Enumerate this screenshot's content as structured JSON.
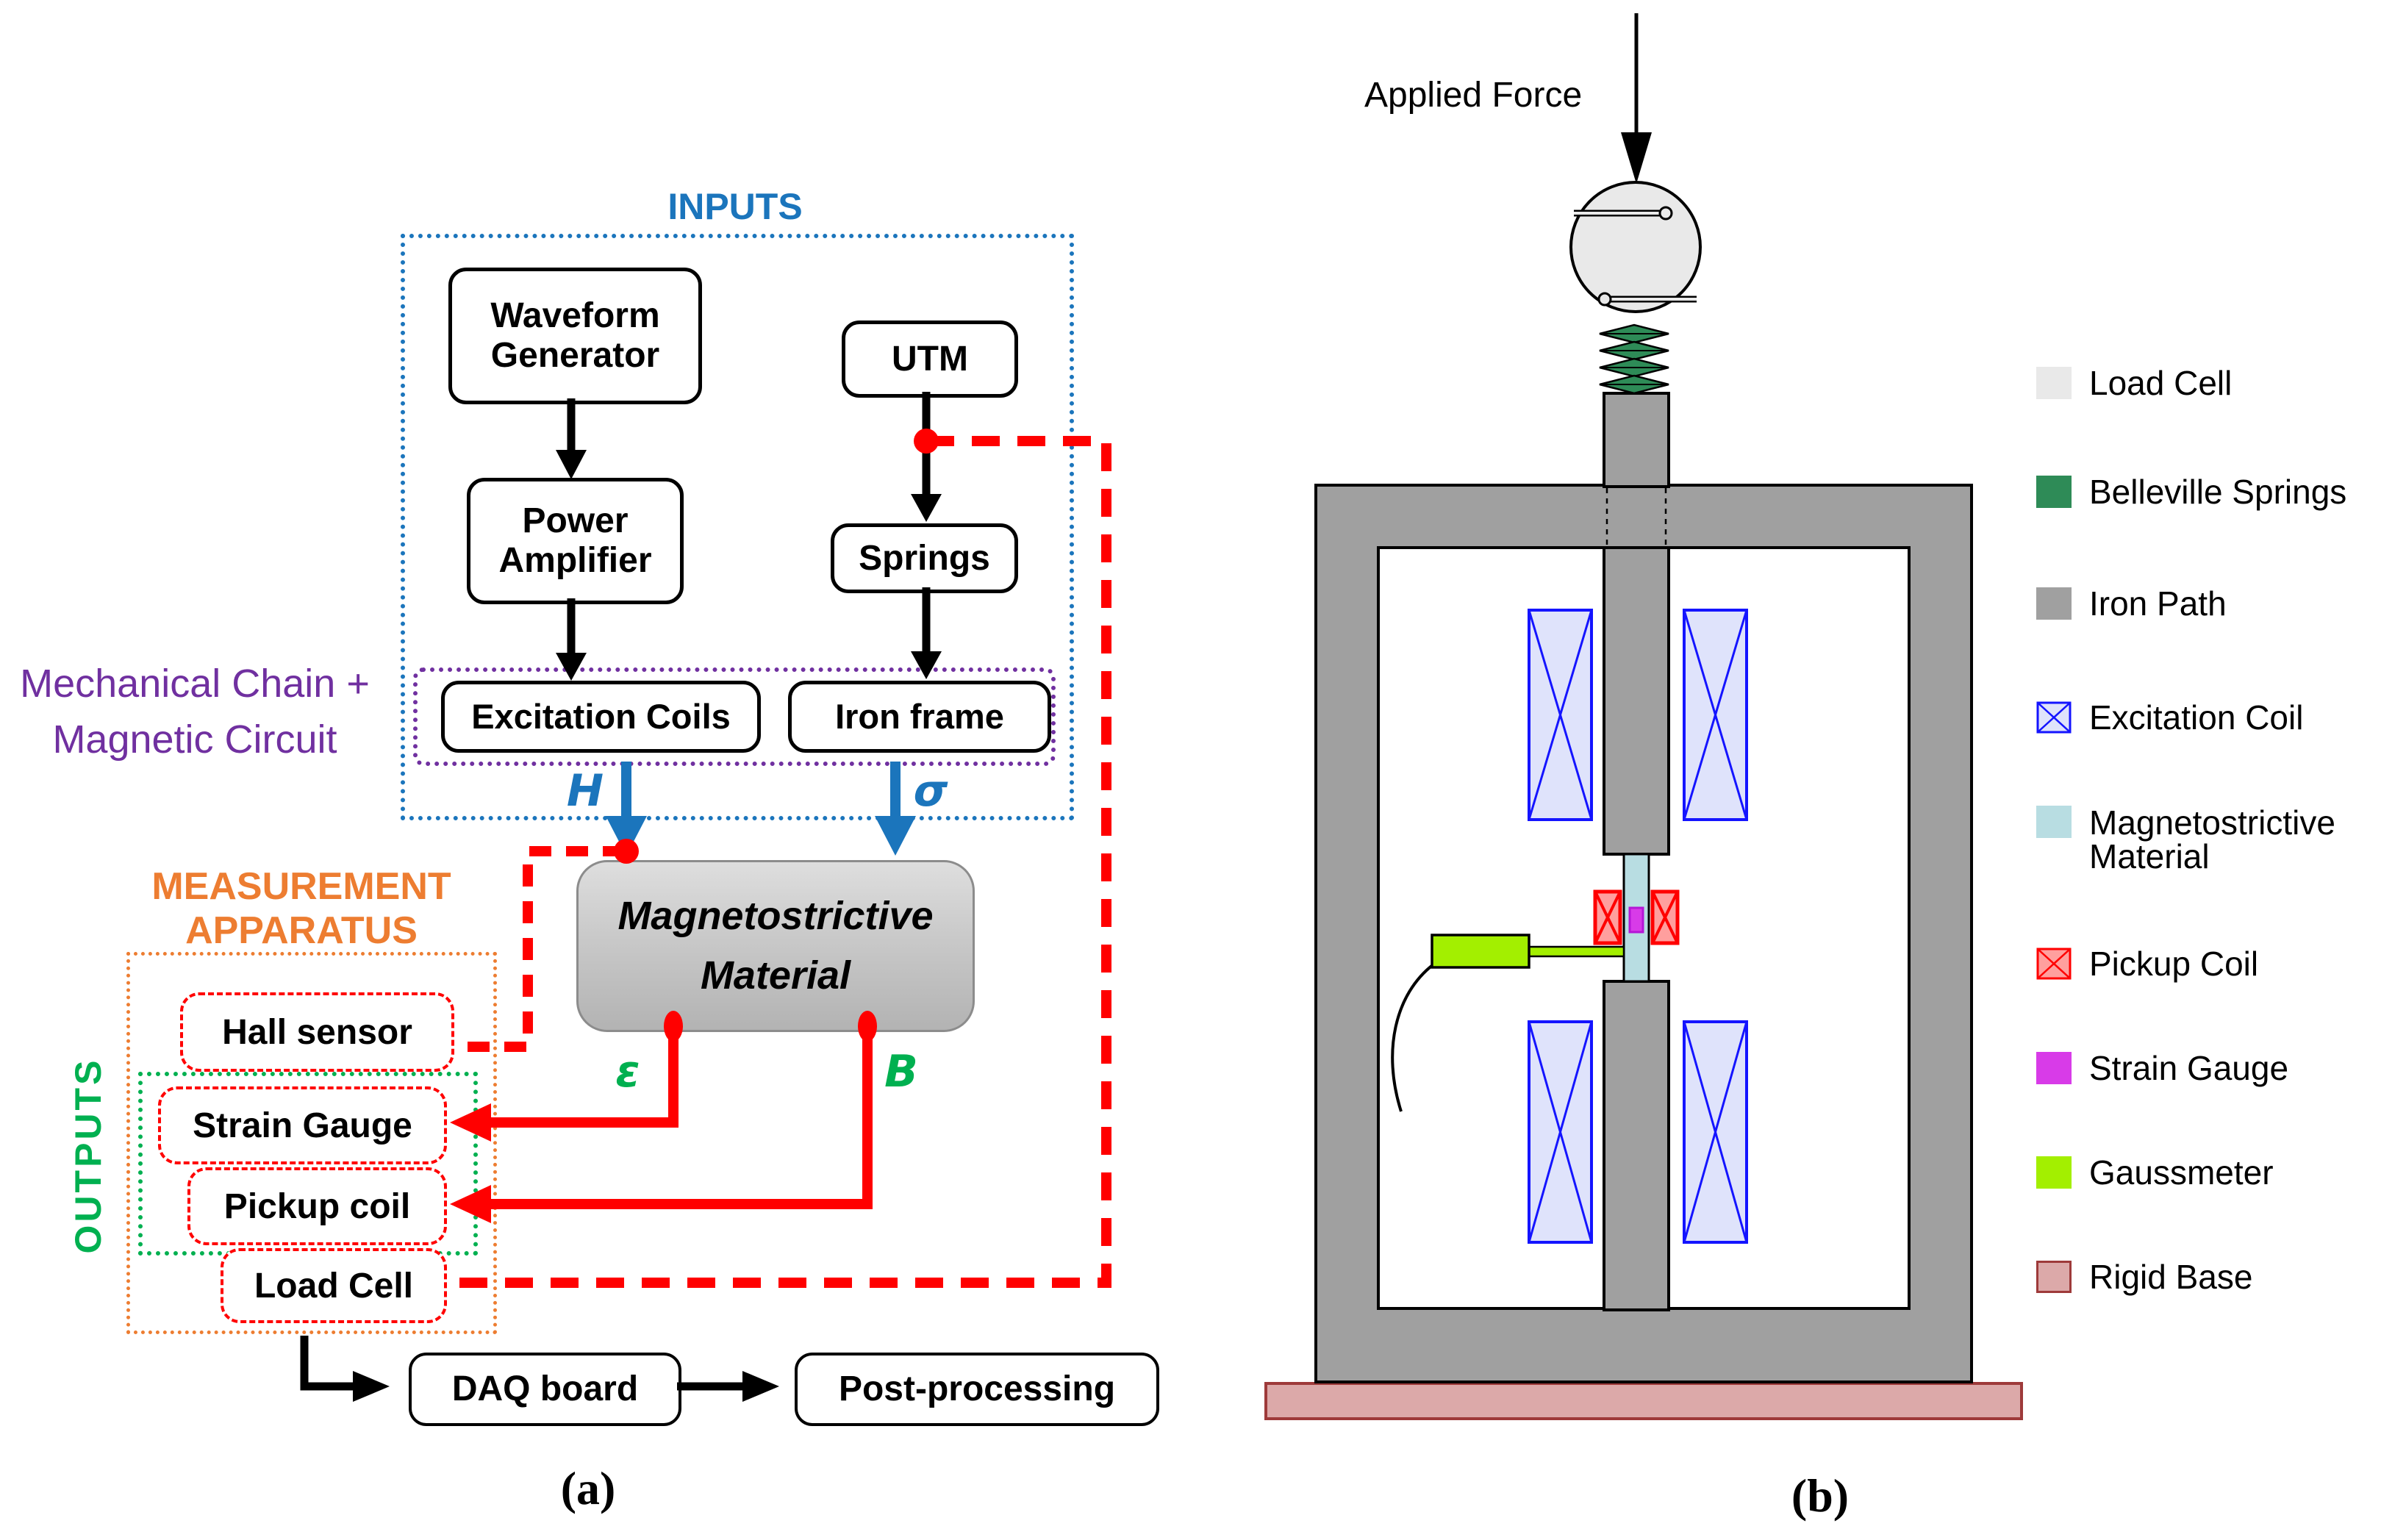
{
  "palette": {
    "blue": "#1b75bc",
    "purple": "#7030a0",
    "orange": "#ed7d31",
    "green": "#00b050",
    "red": "#ff0000",
    "iron-gray": "#a0a0a0",
    "load-cell-gray": "#e9e9e9",
    "spring-green": "#2e8b57",
    "coil-blue": "#1414ff",
    "coil-blue-fill": "#dfe3fb",
    "magneto-cyan": "#b8dde2",
    "pickup-red-fill": "#ff9f9e",
    "strain-magenta": "#d83be8",
    "gauss-green": "#a3ef00",
    "base-fill": "#dca9a9",
    "base-border": "#9e3a3a"
  },
  "panel_a": {
    "tag": "(a)",
    "inputs_label": "INPUTS",
    "mechanical_label": "Mechanical Chain +\nMagnetic Circuit",
    "measurement_label": "MEASUREMENT\nAPPARATUS",
    "outputs_label": "OUTPUTS",
    "boxes": {
      "waveform_generator": "Waveform\nGenerator",
      "utm": "UTM",
      "power_amplifier": "Power\nAmplifier",
      "springs": "Springs",
      "excitation_coils": "Excitation Coils",
      "iron_frame": "Iron frame",
      "magnetostrictive_material": "Magnetostrictive\nMaterial",
      "hall_sensor": "Hall sensor",
      "strain_gauge": "Strain Gauge",
      "pickup_coil": "Pickup coil",
      "load_cell": "Load Cell",
      "daq_board": "DAQ board",
      "post_processing": "Post-processing"
    },
    "signals": {
      "magnetic_field": "H",
      "stress": "σ",
      "strain": "ε",
      "flux_density": "B"
    }
  },
  "panel_b": {
    "tag": "(b)",
    "applied_force_label": "Applied Force",
    "legend": [
      {
        "label": "Load Cell"
      },
      {
        "label": "Belleville Springs"
      },
      {
        "label": "Iron Path"
      },
      {
        "label": "Excitation Coil"
      },
      {
        "label": "Magnetostrictive\nMaterial"
      },
      {
        "label": "Pickup Coil"
      },
      {
        "label": "Strain Gauge"
      },
      {
        "label": "Gaussmeter"
      },
      {
        "label": "Rigid Base"
      }
    ]
  }
}
